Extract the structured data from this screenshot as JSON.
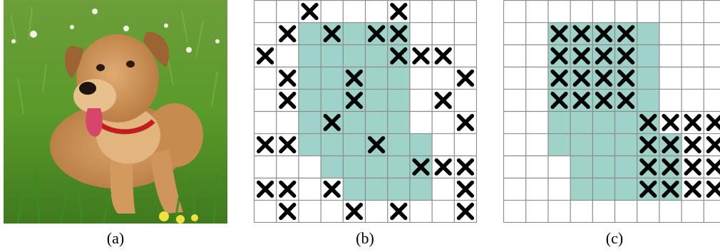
{
  "figure": {
    "panels": [
      {
        "caption": "(a)",
        "content": "photo"
      },
      {
        "caption": "(b)",
        "rows": 10,
        "cols": 10,
        "grid_color": "#8c8c8c",
        "fill_color": "#9fd2c8",
        "cross_color": "#000000",
        "filled": [
          [
            1,
            2
          ],
          [
            1,
            3
          ],
          [
            1,
            4
          ],
          [
            1,
            5
          ],
          [
            1,
            6
          ],
          [
            2,
            2
          ],
          [
            2,
            3
          ],
          [
            2,
            4
          ],
          [
            2,
            5
          ],
          [
            2,
            6
          ],
          [
            3,
            2
          ],
          [
            3,
            3
          ],
          [
            3,
            4
          ],
          [
            3,
            5
          ],
          [
            3,
            6
          ],
          [
            4,
            2
          ],
          [
            4,
            3
          ],
          [
            4,
            4
          ],
          [
            4,
            5
          ],
          [
            4,
            6
          ],
          [
            5,
            2
          ],
          [
            5,
            3
          ],
          [
            5,
            4
          ],
          [
            5,
            5
          ],
          [
            5,
            6
          ],
          [
            6,
            2
          ],
          [
            6,
            3
          ],
          [
            6,
            4
          ],
          [
            6,
            5
          ],
          [
            6,
            6
          ],
          [
            6,
            7
          ],
          [
            7,
            3
          ],
          [
            7,
            4
          ],
          [
            7,
            5
          ],
          [
            7,
            6
          ],
          [
            7,
            7
          ],
          [
            8,
            4
          ],
          [
            8,
            5
          ],
          [
            8,
            6
          ],
          [
            8,
            7
          ]
        ],
        "crosses": [
          [
            0,
            2
          ],
          [
            0,
            6
          ],
          [
            1,
            1
          ],
          [
            1,
            3
          ],
          [
            1,
            5
          ],
          [
            1,
            6
          ],
          [
            2,
            0
          ],
          [
            2,
            6
          ],
          [
            2,
            7
          ],
          [
            2,
            8
          ],
          [
            3,
            1
          ],
          [
            3,
            4
          ],
          [
            3,
            9
          ],
          [
            4,
            1
          ],
          [
            4,
            4
          ],
          [
            4,
            8
          ],
          [
            5,
            3
          ],
          [
            5,
            9
          ],
          [
            6,
            0
          ],
          [
            6,
            1
          ],
          [
            6,
            5
          ],
          [
            7,
            7
          ],
          [
            7,
            8
          ],
          [
            7,
            9
          ],
          [
            8,
            0
          ],
          [
            8,
            1
          ],
          [
            8,
            3
          ],
          [
            8,
            9
          ],
          [
            9,
            1
          ],
          [
            9,
            4
          ],
          [
            9,
            6
          ],
          [
            9,
            9
          ]
        ]
      },
      {
        "caption": "(c)",
        "rows": 10,
        "cols": 10,
        "grid_color": "#8c8c8c",
        "fill_color": "#9fd2c8",
        "cross_color": "#000000",
        "filled": [
          [
            1,
            2
          ],
          [
            1,
            3
          ],
          [
            1,
            4
          ],
          [
            1,
            5
          ],
          [
            1,
            6
          ],
          [
            2,
            2
          ],
          [
            2,
            3
          ],
          [
            2,
            4
          ],
          [
            2,
            5
          ],
          [
            2,
            6
          ],
          [
            3,
            2
          ],
          [
            3,
            3
          ],
          [
            3,
            4
          ],
          [
            3,
            5
          ],
          [
            3,
            6
          ],
          [
            4,
            2
          ],
          [
            4,
            3
          ],
          [
            4,
            4
          ],
          [
            4,
            5
          ],
          [
            4,
            6
          ],
          [
            5,
            2
          ],
          [
            5,
            3
          ],
          [
            5,
            4
          ],
          [
            5,
            5
          ],
          [
            5,
            6
          ],
          [
            6,
            2
          ],
          [
            6,
            3
          ],
          [
            6,
            4
          ],
          [
            6,
            5
          ],
          [
            6,
            6
          ],
          [
            6,
            7
          ],
          [
            7,
            3
          ],
          [
            7,
            4
          ],
          [
            7,
            5
          ],
          [
            7,
            6
          ],
          [
            7,
            7
          ],
          [
            8,
            3
          ],
          [
            8,
            4
          ],
          [
            8,
            5
          ],
          [
            8,
            6
          ],
          [
            8,
            7
          ]
        ],
        "crosses": [
          [
            1,
            2
          ],
          [
            1,
            3
          ],
          [
            1,
            4
          ],
          [
            1,
            5
          ],
          [
            2,
            2
          ],
          [
            2,
            3
          ],
          [
            2,
            4
          ],
          [
            2,
            5
          ],
          [
            3,
            2
          ],
          [
            3,
            3
          ],
          [
            3,
            4
          ],
          [
            3,
            5
          ],
          [
            4,
            2
          ],
          [
            4,
            3
          ],
          [
            4,
            4
          ],
          [
            4,
            5
          ],
          [
            5,
            6
          ],
          [
            5,
            7
          ],
          [
            5,
            8
          ],
          [
            5,
            9
          ],
          [
            6,
            6
          ],
          [
            6,
            7
          ],
          [
            6,
            8
          ],
          [
            6,
            9
          ],
          [
            7,
            6
          ],
          [
            7,
            7
          ],
          [
            7,
            8
          ],
          [
            7,
            9
          ],
          [
            8,
            6
          ],
          [
            8,
            7
          ],
          [
            8,
            8
          ],
          [
            8,
            9
          ]
        ]
      }
    ]
  }
}
